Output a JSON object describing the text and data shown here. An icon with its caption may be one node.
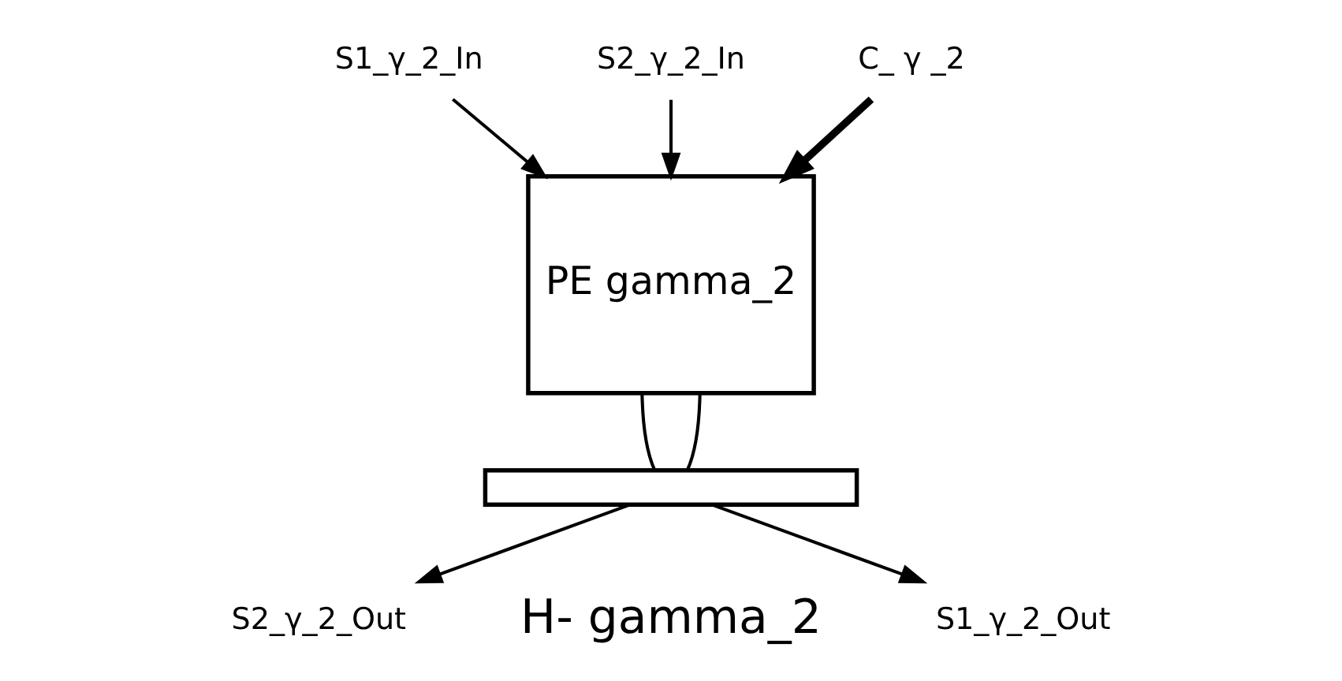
{
  "diagram": {
    "nodes": [
      {
        "text": [
          "S1_γ_2_In"
        ]
      },
      {
        "text": [
          "S2_γ_2_In"
        ]
      },
      {
        "text": [
          "C_ γ _2"
        ]
      },
      {
        "text": [
          "PE gamma_2"
        ]
      },
      {
        "text": [],
        "shape": "bar"
      },
      {
        "text": [
          "S1_γ_2_Out"
        ]
      },
      {
        "text": [
          "S2_γ_2_Out"
        ]
      }
    ],
    "edges": [
      {
        "from": 0,
        "to": 3,
        "arrow": "to"
      },
      {
        "from": 1,
        "to": 3,
        "arrow": "to"
      },
      {
        "from": 2,
        "to": 3,
        "arrow": "to",
        "style": "thick"
      },
      {
        "from": 3,
        "to": 4,
        "arrow": "none"
      },
      {
        "from": 3,
        "to": 4,
        "arrow": "none"
      },
      {
        "from": 4,
        "to": 5,
        "arrow": "to"
      },
      {
        "from": 4,
        "to": 6,
        "arrow": "to"
      }
    ],
    "labels": [
      "H- gamma_2"
    ]
  }
}
